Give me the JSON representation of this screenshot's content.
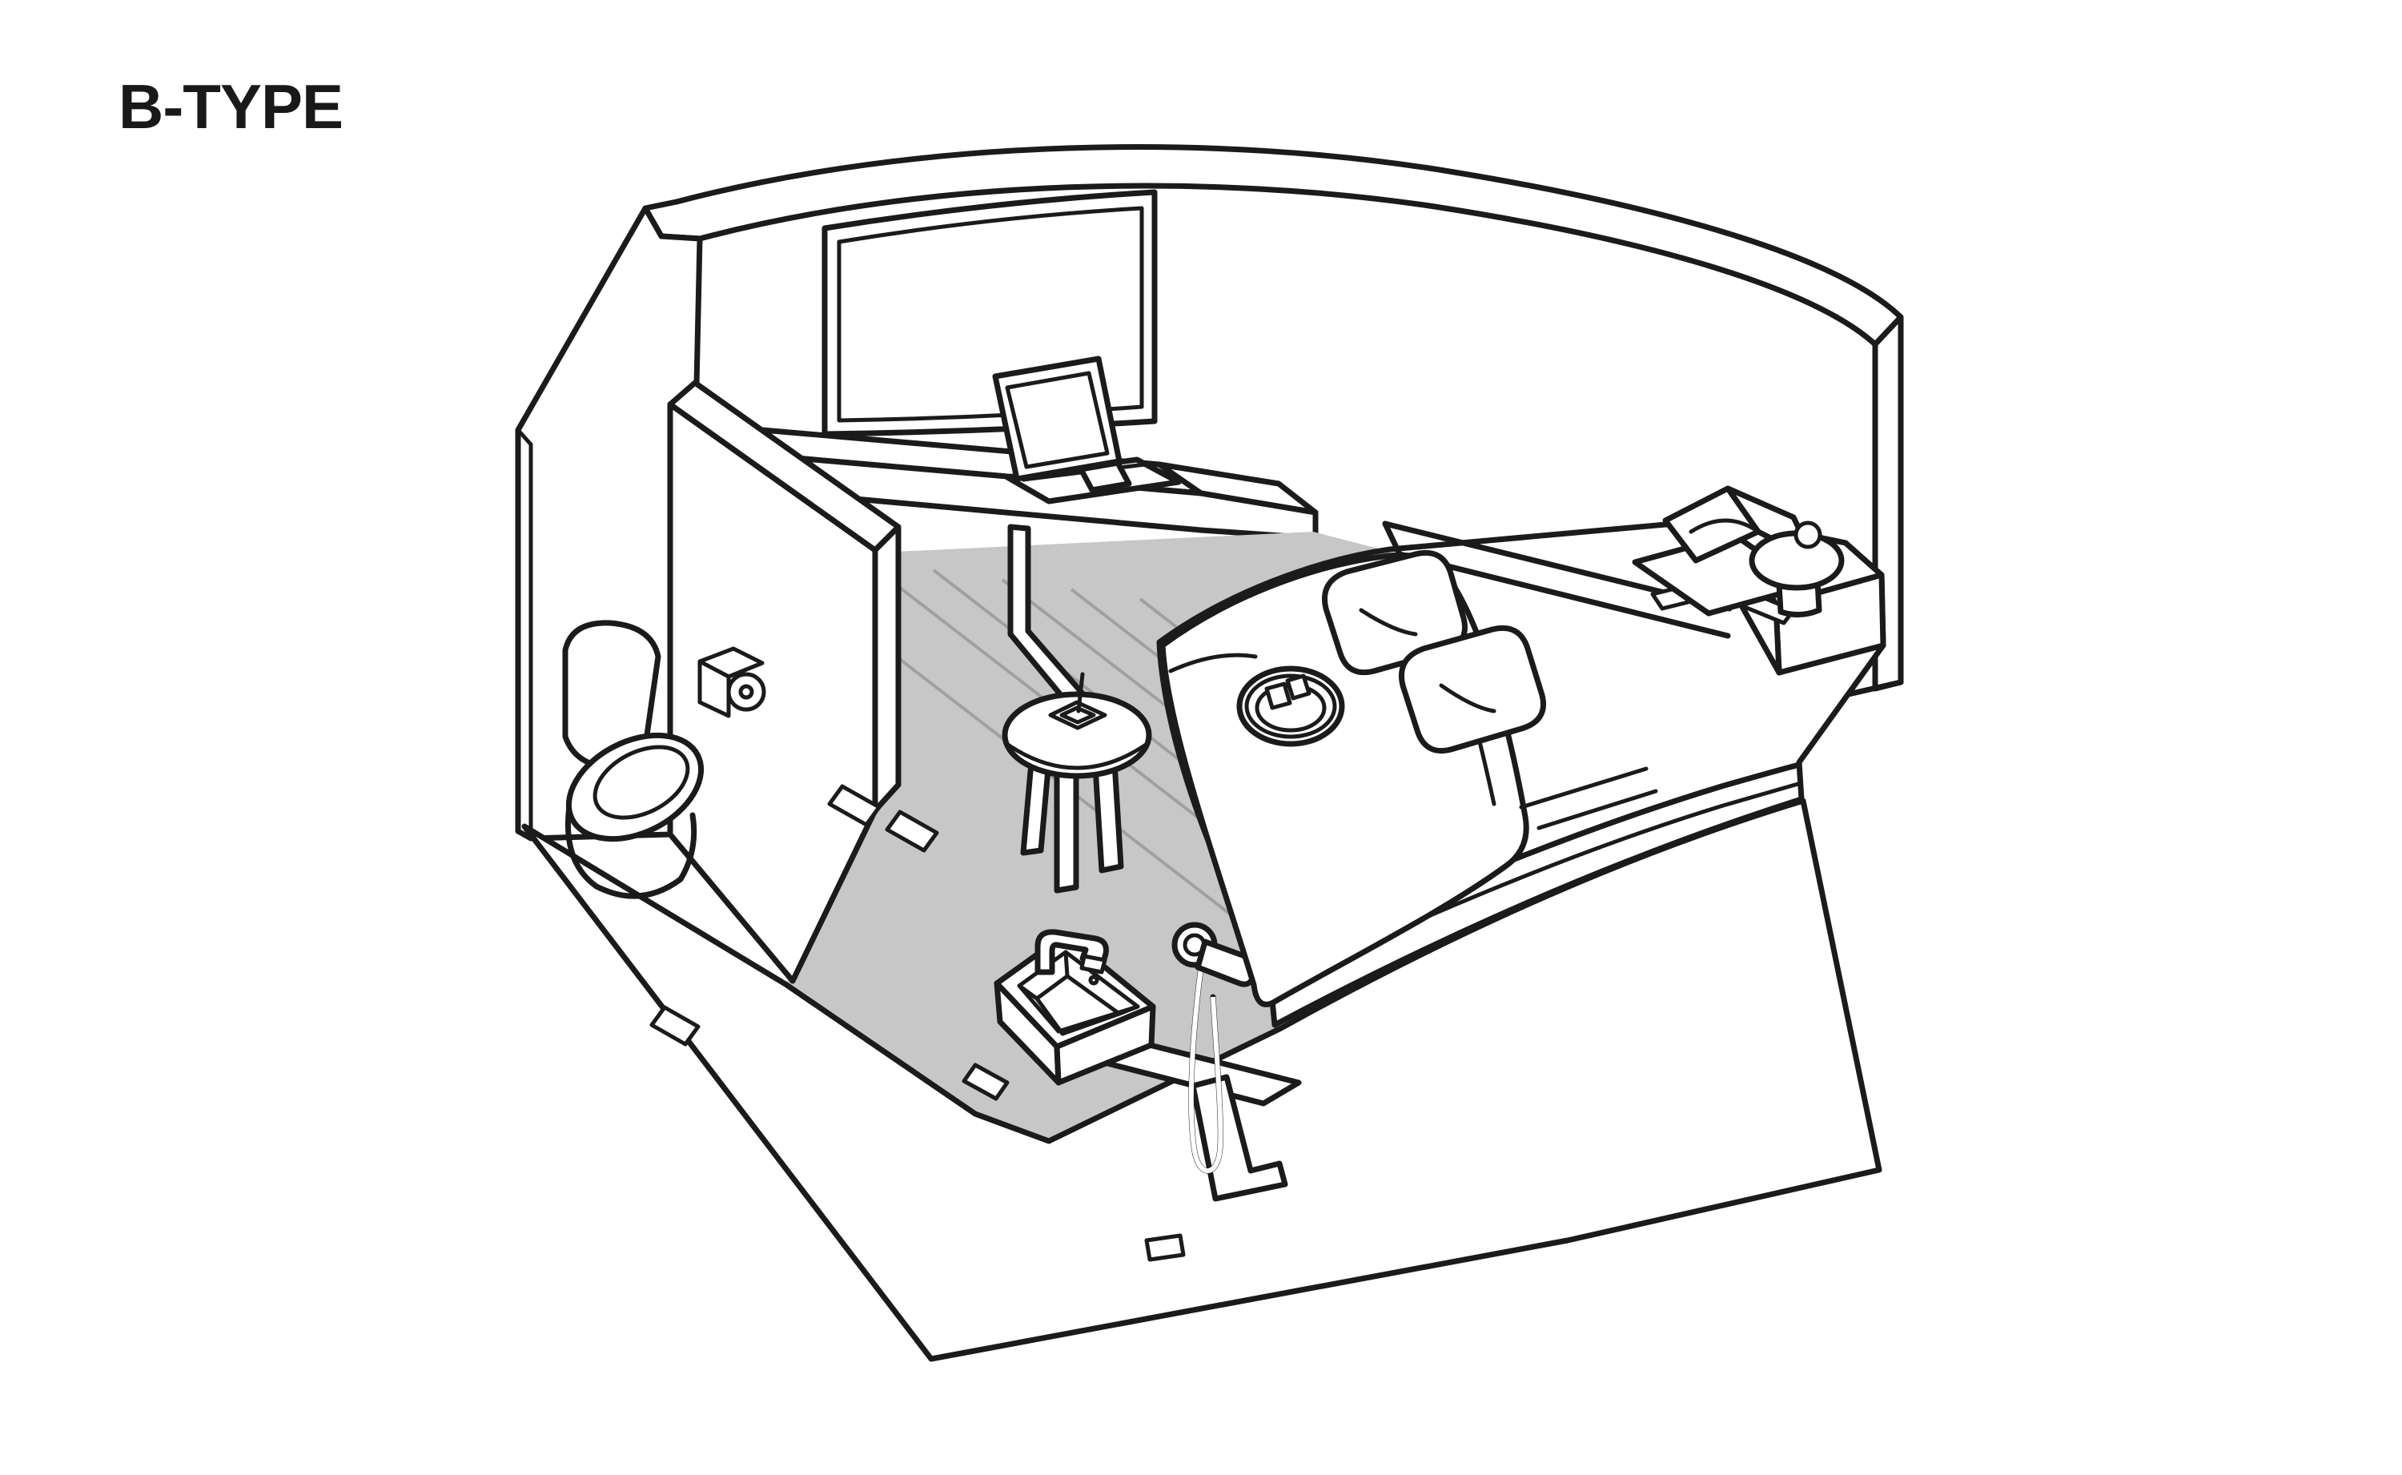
{
  "title": "B-TYPE",
  "colors": {
    "line": "#1b1b1b",
    "floor_gray": "#c7c7c7",
    "plank_line": "#a0a0a0",
    "background": "#ffffff"
  },
  "room": {
    "type_label": "B-TYPE",
    "style": "isometric line illustration of a capsule hotel room",
    "objects": [
      "curved outer wall",
      "window panel",
      "desk ledge",
      "laptop",
      "partition wall",
      "toilet",
      "toilet paper holder",
      "round side table",
      "incense dish",
      "wash basin with faucet",
      "handheld shower with hose",
      "gray wood-plank wet-area floor",
      "bed platform",
      "duvet",
      "round tray with cups",
      "pillow",
      "pillow",
      "headboard",
      "bedside console",
      "open book on stand",
      "small lamp",
      "floor outline with thresholds"
    ]
  }
}
